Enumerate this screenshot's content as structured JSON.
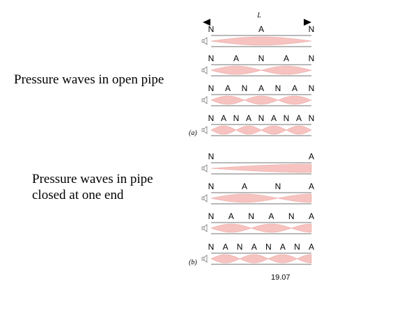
{
  "captions": {
    "open_pipe": "Pressure waves in open pipe",
    "closed_pipe_line1": "Pressure waves in pipe",
    "closed_pipe_line2": "closed at one end"
  },
  "figure": {
    "length_label": "L",
    "panel_a_tag": "(a)",
    "panel_b_tag": "(b)",
    "figure_number": "19.07",
    "wave_fill_color": "#f7c3c0",
    "wave_stroke_color": "#e8a8a4",
    "open_pipe_modes": [
      {
        "harmonic": 1,
        "node_labels": [
          "N",
          "A",
          "N"
        ]
      },
      {
        "harmonic": 2,
        "node_labels": [
          "N",
          "A",
          "N",
          "A",
          "N"
        ]
      },
      {
        "harmonic": 3,
        "node_labels": [
          "N",
          "A",
          "N",
          "A",
          "N",
          "A",
          "N"
        ]
      },
      {
        "harmonic": 4,
        "node_labels": [
          "N",
          "A",
          "N",
          "A",
          "N",
          "A",
          "N",
          "A",
          "N"
        ]
      }
    ],
    "closed_pipe_modes": [
      {
        "harmonic": 1,
        "node_labels": [
          "N",
          "A"
        ]
      },
      {
        "harmonic": 3,
        "node_labels": [
          "N",
          "A",
          "N",
          "A"
        ]
      },
      {
        "harmonic": 5,
        "node_labels": [
          "N",
          "A",
          "N",
          "A",
          "N",
          "A"
        ]
      },
      {
        "harmonic": 7,
        "node_labels": [
          "N",
          "A",
          "N",
          "A",
          "N",
          "A",
          "N",
          "A"
        ]
      }
    ]
  }
}
